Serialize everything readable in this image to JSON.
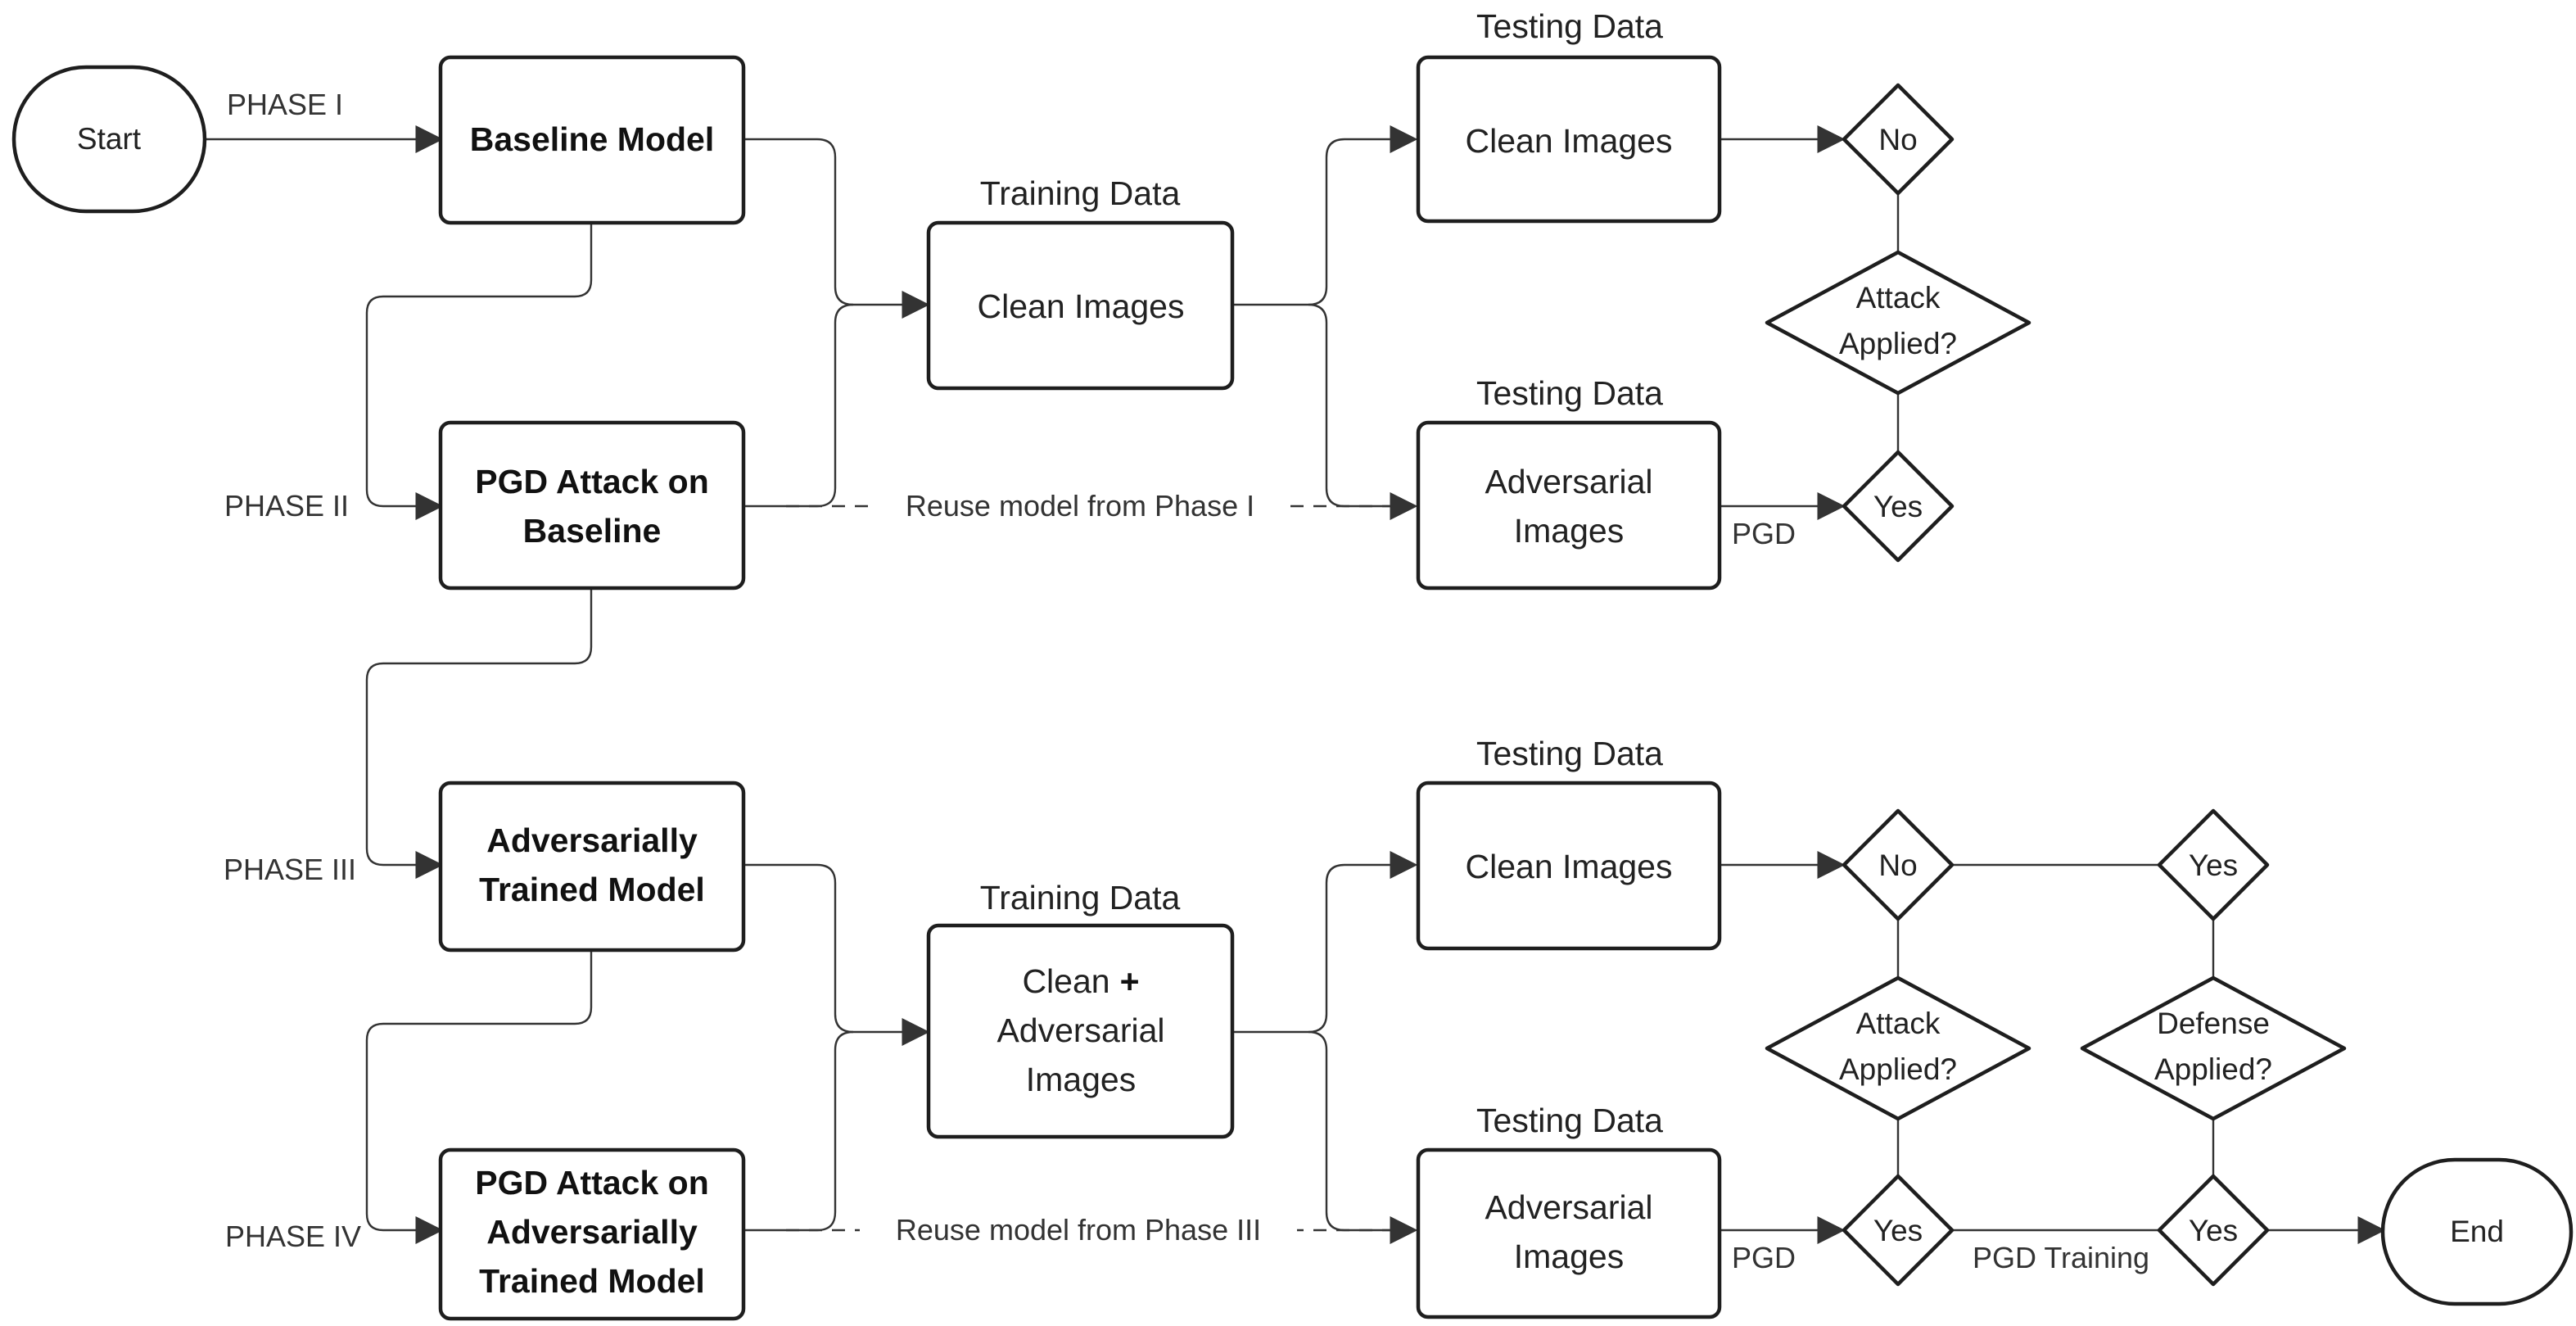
{
  "terminals": {
    "start": "Start",
    "end": "End"
  },
  "phases": {
    "p1": "PHASE I",
    "p2": "PHASE II",
    "p3": "PHASE III",
    "p4": "PHASE IV"
  },
  "models": {
    "baseline_model": "Baseline Model",
    "pgd_attack_baseline": [
      "PGD Attack on",
      "Baseline"
    ],
    "adv_trained_model": [
      "Adversarially",
      "Trained Model"
    ],
    "pgd_attack_adv": [
      "PGD Attack on",
      "Adversarially",
      "Trained Model"
    ]
  },
  "data_headers": {
    "training": "Training Data",
    "testing": "Testing Data"
  },
  "data_boxes": {
    "clean_images": "Clean Images",
    "adversarial_images": [
      "Adversarial",
      "Images"
    ],
    "clean_plus": "Clean",
    "plus_sign": "+",
    "clean_adv_rest": [
      "Adversarial",
      "Images"
    ]
  },
  "decisions": {
    "no": "No",
    "yes": "Yes",
    "attack_applied": [
      "Attack",
      "Applied?"
    ],
    "defense_applied": [
      "Defense",
      "Applied?"
    ]
  },
  "edge_labels": {
    "pgd": "PGD",
    "pgd_training": "PGD Training",
    "reuse_phase1": "Reuse model from Phase I",
    "reuse_phase3": "Reuse model from Phase III"
  }
}
